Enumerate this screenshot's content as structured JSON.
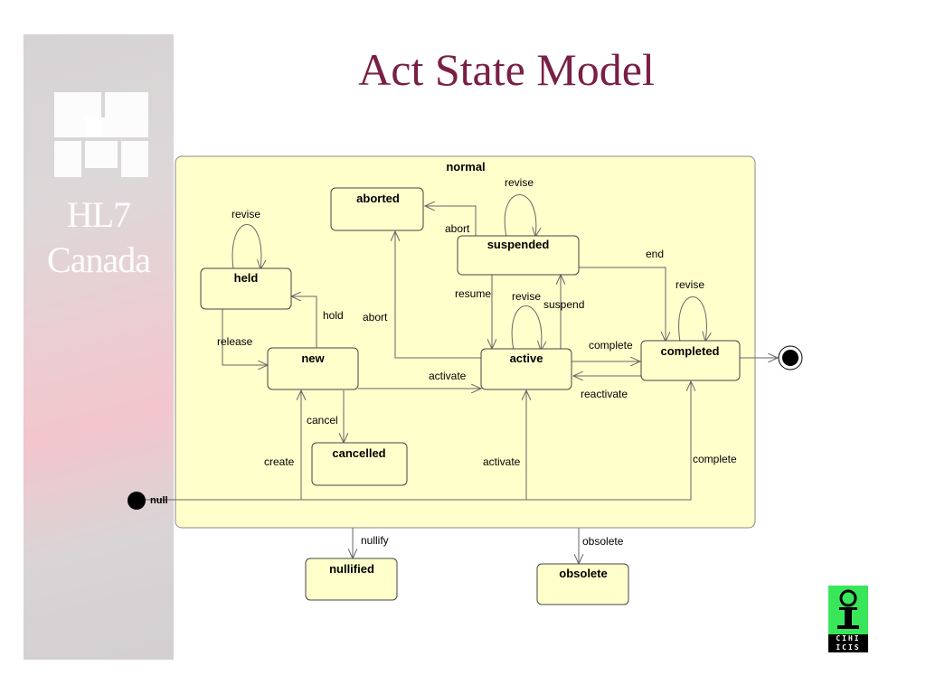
{
  "title": "Act State Model",
  "sidebar": {
    "brand_line1": "HL7",
    "brand_line2": "Canada"
  },
  "cihi_logo": {
    "line1": "CIHI",
    "line2": "ICIS"
  },
  "colors": {
    "title": "#7a1f45",
    "state_fill": "#ffffcc",
    "edge": "#666666"
  },
  "diagram": {
    "superstate": "normal",
    "states": {
      "aborted": "aborted",
      "suspended": "suspended",
      "held": "held",
      "new": "new",
      "active": "active",
      "completed": "completed",
      "cancelled": "cancelled",
      "nullified": "nullified",
      "obsolete": "obsolete"
    },
    "initial_state": "null",
    "transitions": {
      "revise_held": "revise",
      "revise_suspended": "revise",
      "revise_active": "revise",
      "revise_completed": "revise",
      "abort_suspended": "abort",
      "abort_active": "abort",
      "end": "end",
      "hold": "hold",
      "release": "release",
      "resume": "resume",
      "suspend": "suspend",
      "activate_new": "activate",
      "activate_null": "activate",
      "complete_active": "complete",
      "complete_null": "complete",
      "reactivate": "reactivate",
      "cancel": "cancel",
      "create": "create",
      "nullify": "nullify",
      "obsolete": "obsolete"
    }
  }
}
